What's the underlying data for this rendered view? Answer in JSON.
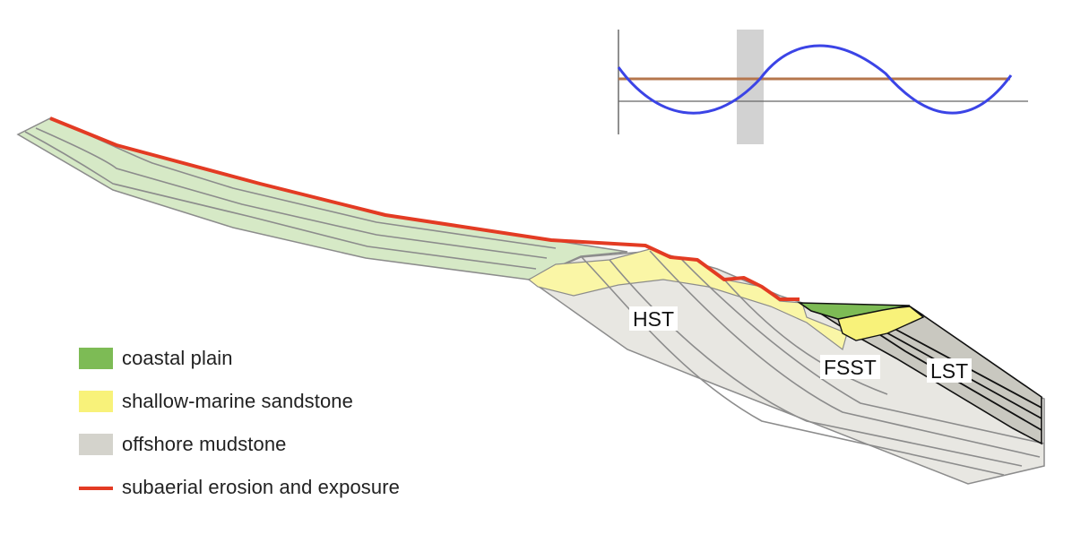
{
  "colors": {
    "coastal_plain": "#7dbb55",
    "shallow_marine_sandstone": "#f8f27a",
    "offshore_mudstone": "#d4d3cc",
    "subaerial_erosion": "#e33b23",
    "early_strata": "#d6e9c6",
    "sea_level_curve": "#3b44e6",
    "reference_line": "#b5764c"
  },
  "legend": [
    {
      "key": "coastal_plain",
      "label": "coastal plain",
      "type": "box"
    },
    {
      "key": "shallow_marine_sandstone",
      "label": "shallow-marine sandstone",
      "type": "box"
    },
    {
      "key": "offshore_mudstone",
      "label": "offshore mudstone",
      "type": "box"
    },
    {
      "key": "subaerial_erosion",
      "label": "subaerial erosion and exposure",
      "type": "line"
    }
  ],
  "tracts": {
    "hst": "HST",
    "fsst": "FSST",
    "lst": "LST"
  },
  "inset": {
    "curve": "sine",
    "highlight": "falling-stage interval"
  }
}
